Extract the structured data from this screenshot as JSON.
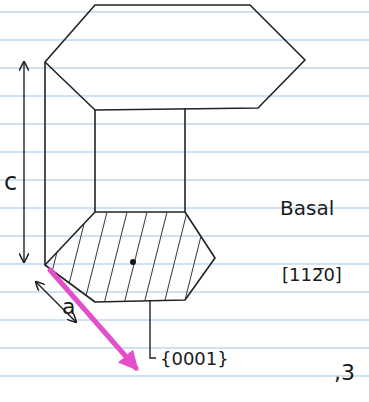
{
  "diagram": {
    "labels": [
      "c",
      "a",
      "Basal",
      "[112̅0]",
      "{0001}",
      ",3"
    ]
  }
}
